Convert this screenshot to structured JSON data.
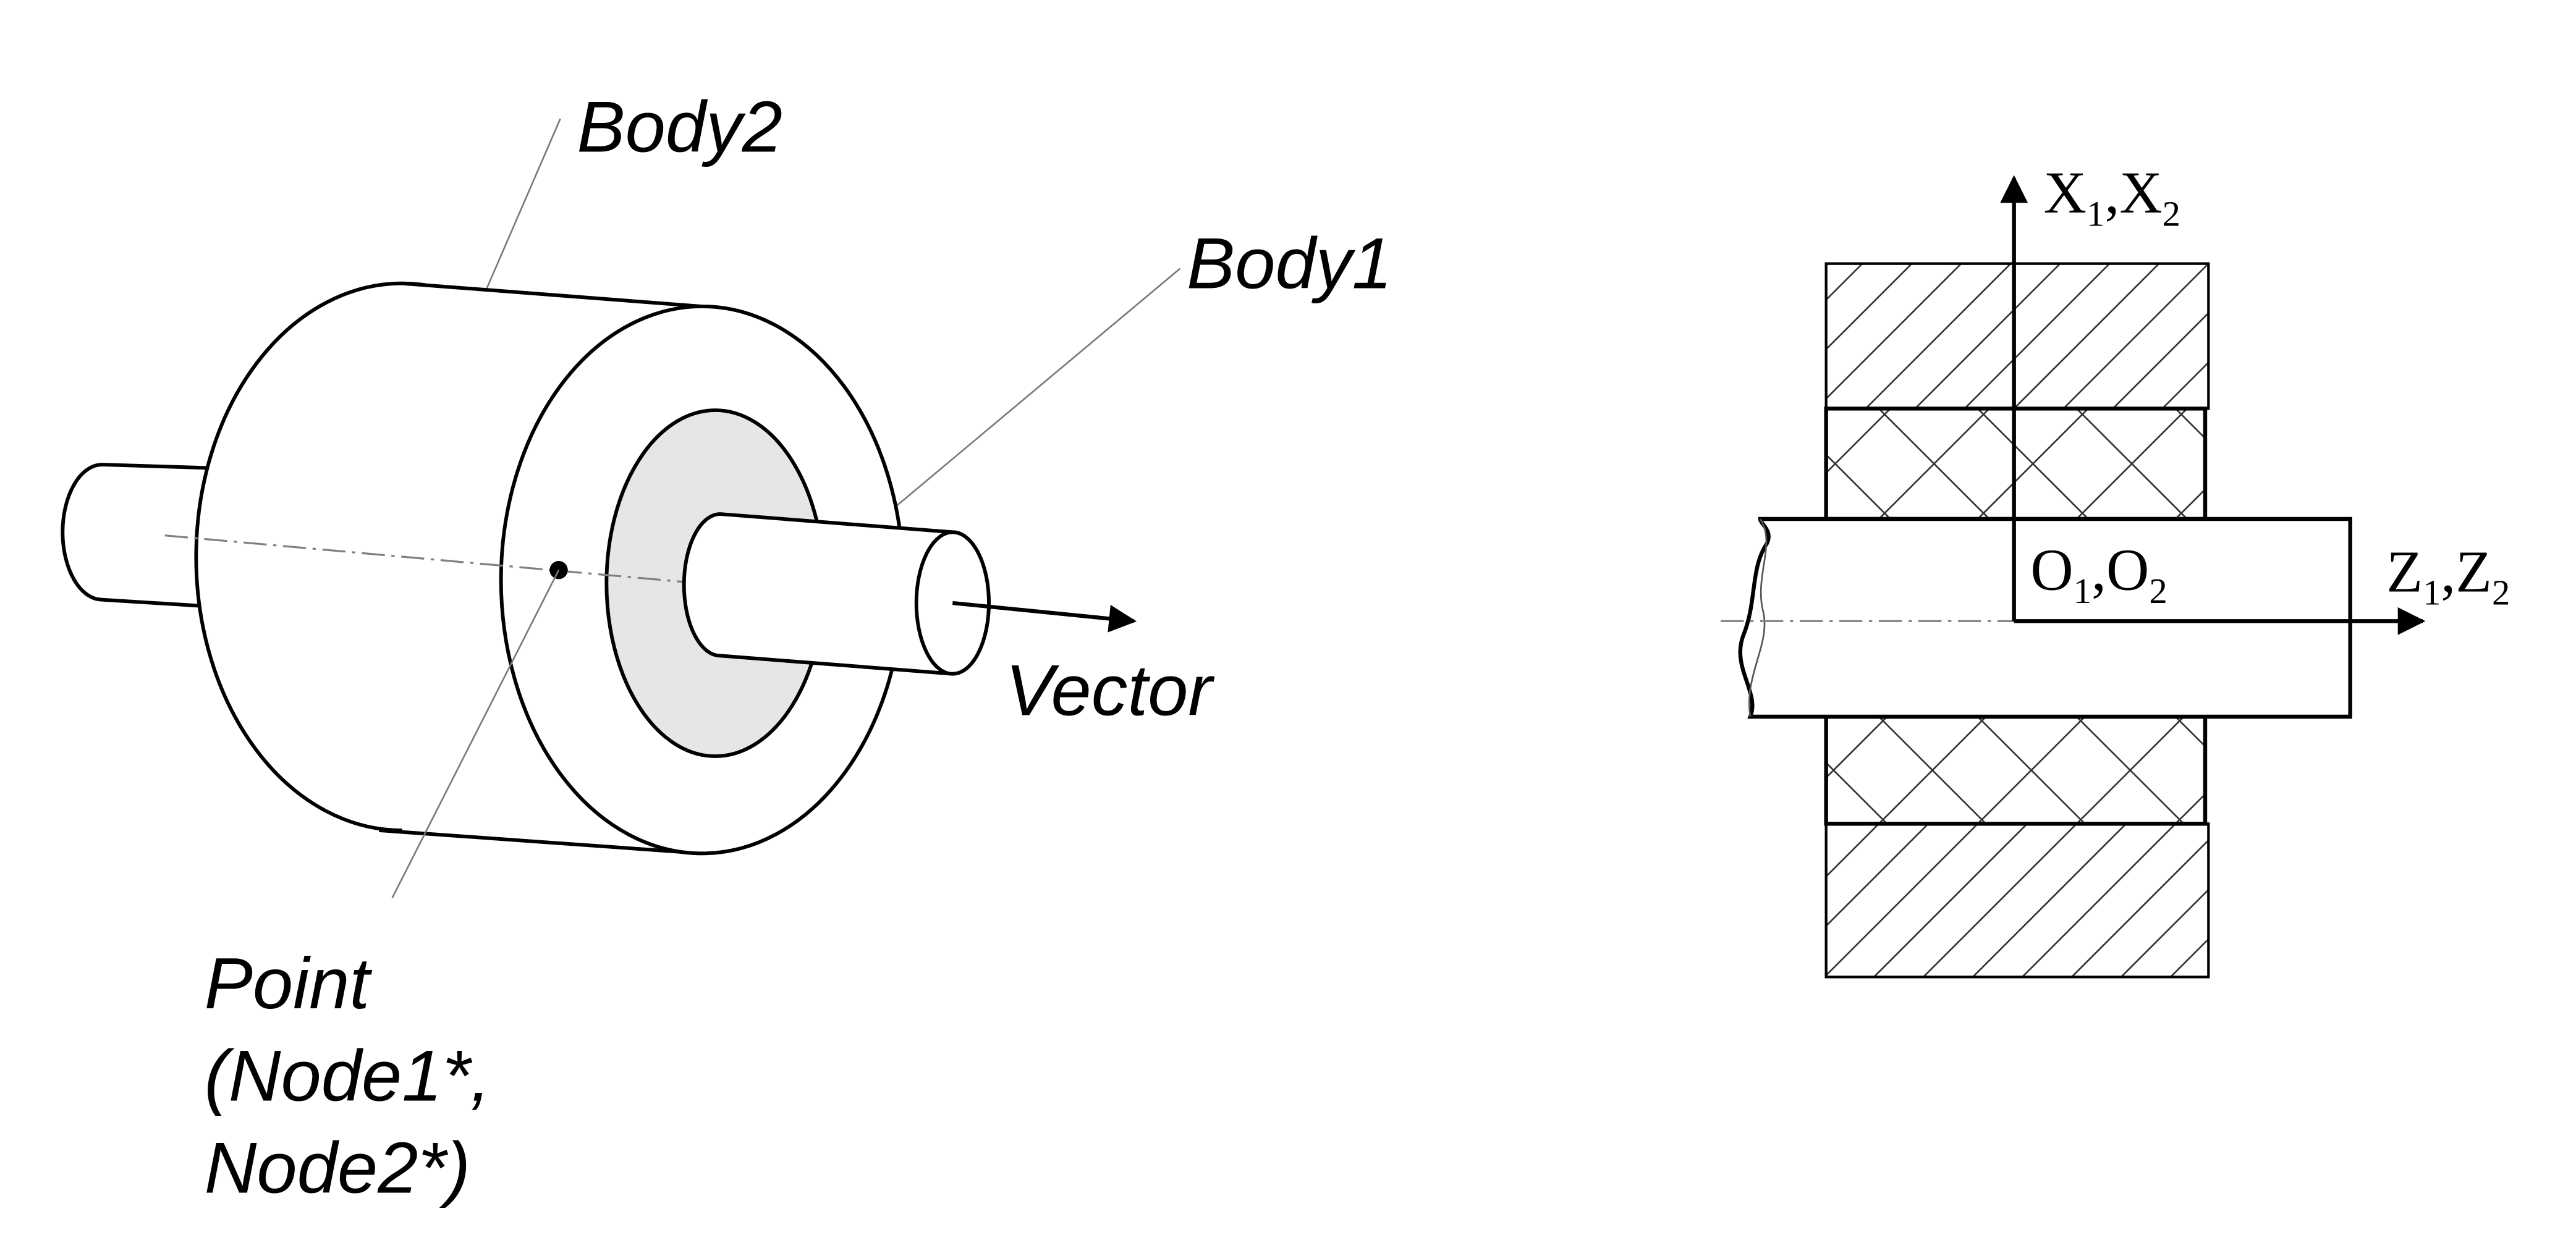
{
  "left_figure": {
    "labels": {
      "body2": "Body2",
      "body1": "Body1",
      "vector": "Vector",
      "point_line1": "Point",
      "point_line2": "(Node1*,",
      "point_line3": "Node2*)"
    },
    "colors": {
      "stroke": "#000000",
      "inner_ring_fill": "#e6e6e6",
      "leader_line": "#7a7a7a",
      "axis_dashdot": "#808080"
    }
  },
  "right_figure": {
    "axis_x": {
      "main": "X",
      "sub1": "1",
      "sep": ",",
      "main2": "X",
      "sub2": "2"
    },
    "axis_z": {
      "main": "Z",
      "sub1": "1",
      "sep": ",",
      "main2": "Z",
      "sub2": "2"
    },
    "origin": {
      "main": "O",
      "sub1": "1",
      "sep": ",",
      "main2": "O",
      "sub2": "2"
    },
    "colors": {
      "stroke": "#000000",
      "hatch": "#333333"
    }
  }
}
